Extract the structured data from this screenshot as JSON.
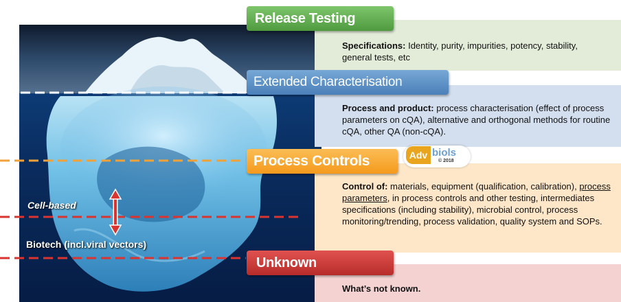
{
  "sections": {
    "release": {
      "title": "Release Testing",
      "heading": "Specifications:",
      "text": " Identity, purity, impurities, potency, stability, general tests, etc"
    },
    "extended": {
      "title": "Extended Characterisation",
      "heading": "Process and product:",
      "text": "  process characterisation (effect of process parameters on cQA), alternative and orthogonal methods for routine cQA, other QA (non-cQA)."
    },
    "controls": {
      "title": "Process Controls",
      "heading": "Control of:",
      "text_before": " materials, equipment (qualification, calibration), ",
      "underlined": "process parameters",
      "text_after": ", in process controls and other testing, intermediates specifications (including stability), microbial control, process monitoring/trending, process validation, quality system and SOPs."
    },
    "unknown": {
      "title": "Unknown",
      "text": "What’s not known."
    }
  },
  "iceberg": {
    "cell_label": "Cell-based",
    "biotech_label": "Biotech (incl.viral vectors)"
  },
  "logo": {
    "adv": "Adv",
    "biols": "biols",
    "year": "© 2018"
  },
  "colors": {
    "release": "#5aa546",
    "extended": "#5b8fc6",
    "controls": "#f7a52d",
    "unknown": "#cc3a37",
    "orange_line": "#f0a238",
    "red_line": "#d9342f"
  }
}
